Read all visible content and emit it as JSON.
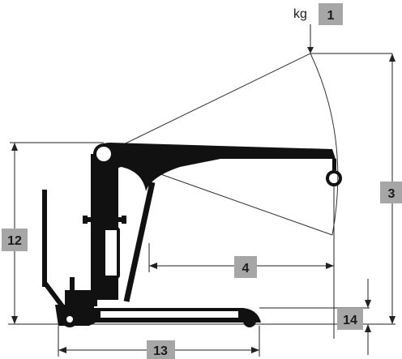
{
  "unit_label": "kg",
  "callouts": {
    "load_capacity": "1",
    "max_hook_height": "3",
    "boom_reach": "4",
    "overall_height": "12",
    "base_length": "13",
    "ground_clearance": "14"
  },
  "colors": {
    "badge_fill": "#a6a6a6",
    "crane_body": "#111111",
    "dimension_line": "#222222",
    "background": "#ffffff"
  }
}
